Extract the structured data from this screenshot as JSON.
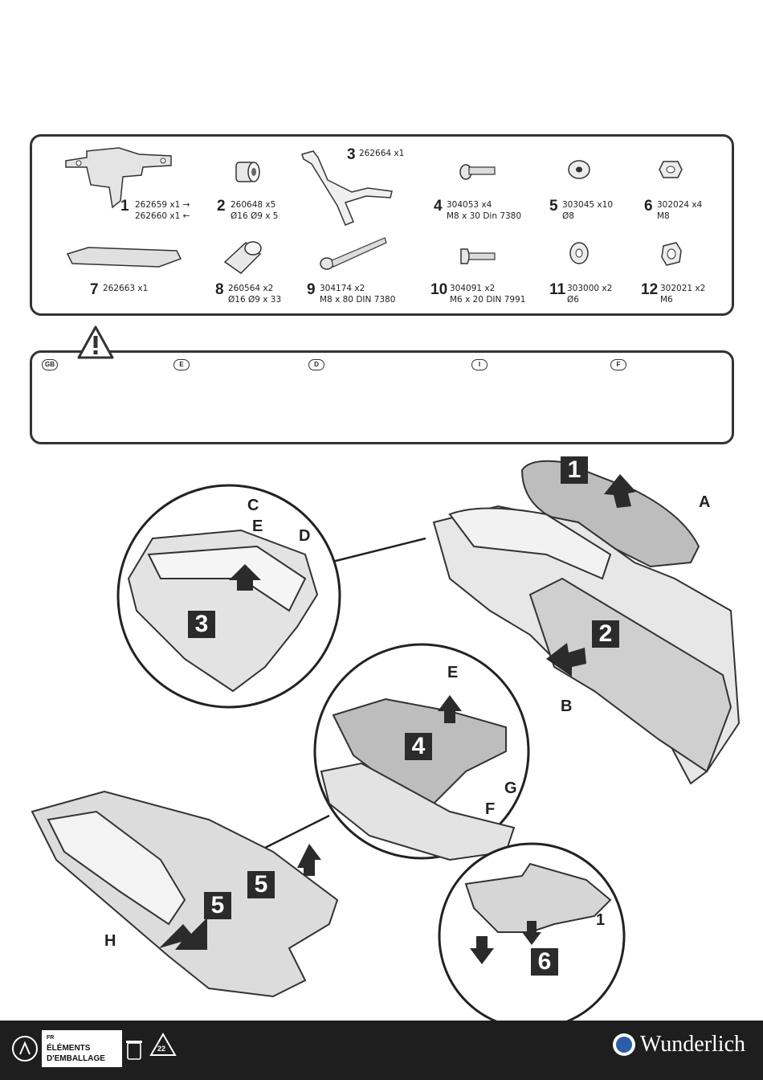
{
  "parts": [
    {
      "num": "1",
      "code_lines": [
        "262659 x1 →",
        "262660 x1 ←"
      ]
    },
    {
      "num": "2",
      "code_lines": [
        "260648 x5",
        "Ø16 Ø9 x 5"
      ]
    },
    {
      "num": "3",
      "code_lines": [
        "262664 x1"
      ]
    },
    {
      "num": "4",
      "code_lines": [
        "304053 x4",
        "M8 x 30 Din 7380"
      ]
    },
    {
      "num": "5",
      "code_lines": [
        "303045 x10",
        "Ø8"
      ]
    },
    {
      "num": "6",
      "code_lines": [
        "302024 x4",
        "M8"
      ]
    },
    {
      "num": "7",
      "code_lines": [
        "262663 x1"
      ]
    },
    {
      "num": "8",
      "code_lines": [
        "260564 x2",
        "Ø16 Ø9 x 33"
      ]
    },
    {
      "num": "9",
      "code_lines": [
        "304174 x2",
        "M8 x 80 DIN 7380"
      ]
    },
    {
      "num": "10",
      "code_lines": [
        "304091 x2",
        "M6 x 20 DIN 7991"
      ]
    },
    {
      "num": "11",
      "code_lines": [
        "303000 x2",
        "Ø6"
      ]
    },
    {
      "num": "12",
      "code_lines": [
        "302021 x2",
        "M6"
      ]
    }
  ],
  "warning": {
    "icon": "warning-triangle-icon",
    "languages": [
      "GB",
      "E",
      "D",
      "I",
      "F"
    ]
  },
  "steps": [
    "1",
    "2",
    "3",
    "4",
    "5",
    "5",
    "6"
  ],
  "callouts": [
    "A",
    "B",
    "C",
    "D",
    "E",
    "E",
    "F",
    "G",
    "H",
    "1"
  ],
  "footer": {
    "recycle": {
      "country": "FR",
      "line1": "ÉLÉMENTS",
      "line2": "D'EMBALLAGE",
      "code": "22"
    },
    "brand": "Wunderlich"
  }
}
